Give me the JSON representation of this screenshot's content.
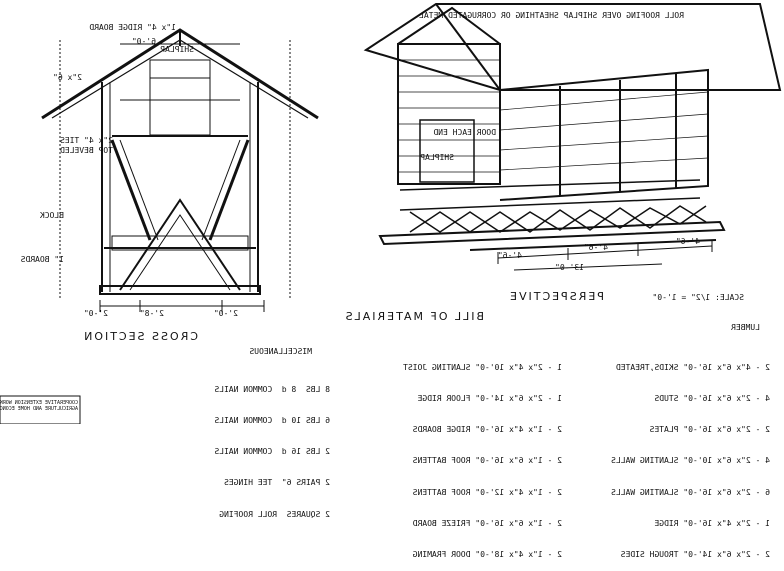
{
  "cross_section": {
    "title": "CROSS SECTION",
    "labels": {
      "ridge_board": "1\"x 4\" RIDGE BOARD",
      "shiplap": "SHIPLAP",
      "rafter": "2\"x 6\"",
      "top_dim": "6'-0\"",
      "ties": "2\"x 4\" TIES\nTOP BEVELED",
      "block": "BLOCK",
      "boards": "1\" BOARDS",
      "dims_bottom": [
        "2'-0\"",
        "2'-8\"",
        "2'-0\""
      ]
    }
  },
  "perspective": {
    "title": "PERSPECTIVE",
    "scale": "SCALE: 1/2\" = 1'-0\"",
    "roofing_note": "ROLL ROOFING OVER SHIPLAP SHEATHING\nOR CORRUGATED METAL",
    "door_note": "DOOR EACH END",
    "shiplap": "SHIPLAP",
    "dims": [
      "4'-6\"",
      "4'-6\"",
      "4'-6\"",
      "13'-0\""
    ]
  },
  "bill_of_materials": {
    "title": "BILL OF MATERIALS",
    "lumber_heading": "LUMBER",
    "lumber_col1": [
      "2 - 4\"x 6\"x 16'-0\" SKIDS,TREATED",
      "4 - 2\"x 6\"x 16'-0\" STUDS",
      "2 - 2\"x 6\"x 16'-0\" PLATES",
      "4 - 2\"x 6\"x 10'-0\" SLANTING WALLS",
      "6 - 2\"x 6\"x 16'-0\" SLANTING WALLS",
      "1 - 2\"x 4\"x 16'-0\" RIDGE",
      "2 - 2\"x 6\"x 14'-0\" TROUGH SIDES"
    ],
    "lumber_col2": [
      "1 - 2\"x 4\"x 10'-0\" SLANTING JOIST",
      "1 - 2\"x 6\"x 14'-0\" FLOOR RIDGE",
      "2 - 1\"x 4\"x 16'-0\" RIDGE BOARDS",
      "2 - 1\"x 6\"x 16'-0\" ROOF BATTENS",
      "2 - 1\"x 4\"x 12'-0\" ROOF BATTENS",
      "2 - 1\"x 6\"x 16'-0\" FRIEZE BOARD",
      "2 - 1\"x 4\"x 18'-0\" DOOR FRAMING"
    ],
    "misc_heading": "MISCELLANEOUS",
    "misc": [
      "8 LBS  8 d  COMMON NAILS",
      "6 LBS 10 d  COMMON NAILS",
      "2 LBS 16 d  COMMON NAILS",
      "2 PAIRS 6\"  TEE HINGES",
      "2 SQUARES  ROLL ROOFING"
    ]
  },
  "stamp": "COOPERATIVE EXTENSION WORK IN\nAGRICULTURE AND HOME ECONOMICS"
}
